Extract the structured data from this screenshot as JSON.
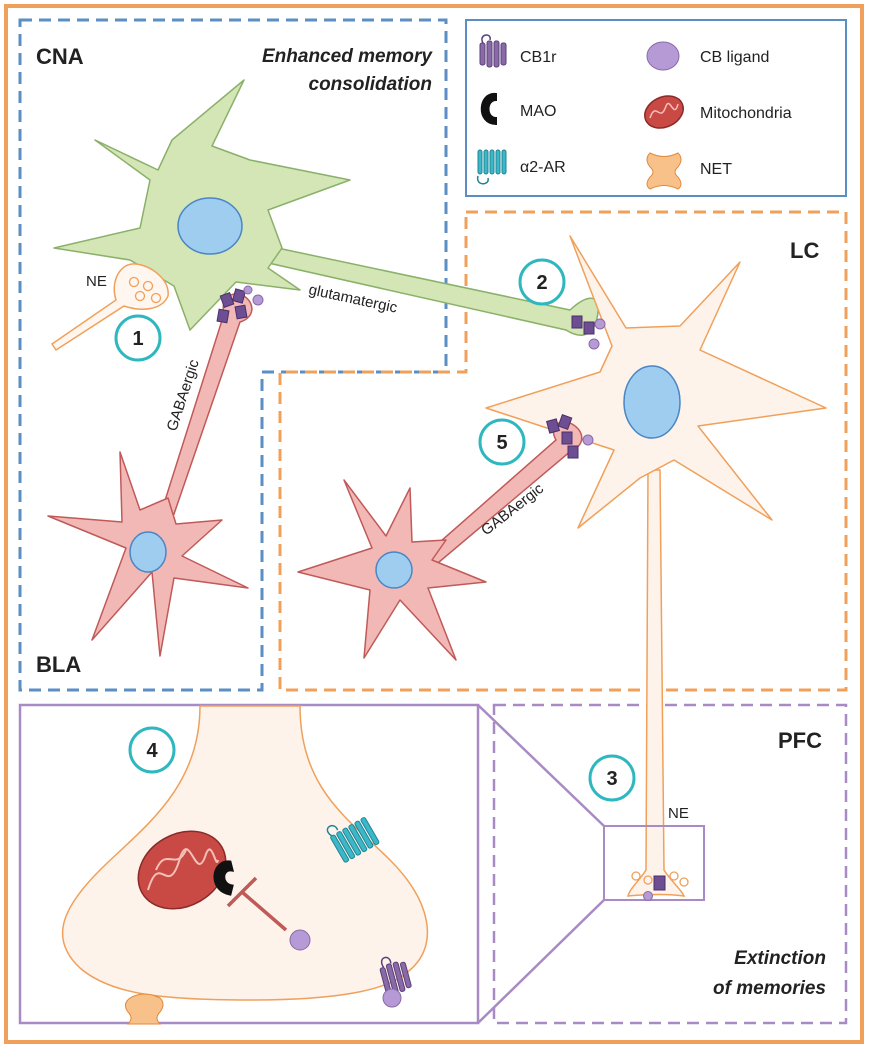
{
  "regions": {
    "cna": "CNA",
    "bla": "BLA",
    "lc": "LC",
    "pfc": "PFC"
  },
  "captions": {
    "enhanced_line1": "Enhanced memory",
    "enhanced_line2": "consolidation",
    "extinction_line1": "Extinction",
    "extinction_line2": "of memories"
  },
  "legend": {
    "cb1r": "CB1r",
    "mao": "MAO",
    "alpha2ar": "α2-AR",
    "cb_ligand": "CB ligand",
    "mitochondria": "Mitochondria",
    "net": "NET"
  },
  "labels": {
    "ne_cna": "NE",
    "ne_pfc": "NE",
    "glutamatergic": "glutamatergic",
    "gabaergic_bla": "GABAergic",
    "gabaergic_lc": "GABAergic"
  },
  "markers": [
    "1",
    "2",
    "3",
    "4",
    "5"
  ],
  "colors": {
    "border_orange": "#f0a05a",
    "border_blue": "#5b8fc4",
    "border_purple": "#a88bc4",
    "neuron_green": "#d4e6b5",
    "neuron_pink": "#f2b8b6",
    "neuron_lc": "#fdf3ea",
    "nucleus_blue": "#9ecdf0",
    "receptor_purple": "#8a6aa6",
    "ligand_purple": "#b59ad6",
    "mito_red": "#c94a45",
    "alpha2_teal": "#3bb7c7",
    "marker_teal": "#2fb7c0"
  }
}
